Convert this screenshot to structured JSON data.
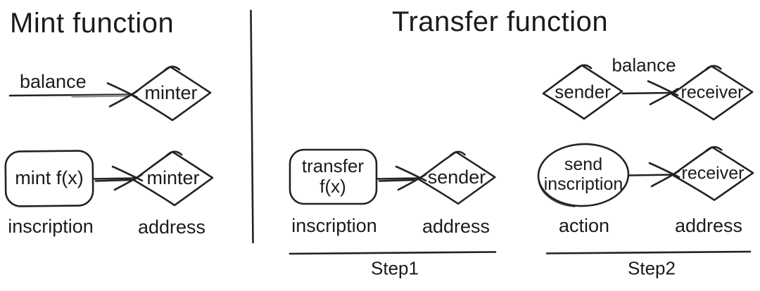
{
  "colors": {
    "ink": "#1b1b1b",
    "background": "#ffffff"
  },
  "mint": {
    "title": "Mint function",
    "flow1": {
      "label": "balance",
      "target": "minter"
    },
    "flow2": {
      "source": "mint f(x)",
      "target": "minter",
      "source_caption": "inscription",
      "target_caption": "address"
    }
  },
  "transfer": {
    "title": "Transfer function",
    "step1": {
      "source_line1": "transfer",
      "source_line2": "f(x)",
      "target": "sender",
      "source_caption": "inscription",
      "target_caption": "address",
      "step_label": "Step1"
    },
    "step2": {
      "flow_label": "balance",
      "source_top": "sender",
      "target_top": "receiver",
      "source_bottom_line1": "send",
      "source_bottom_line2": "inscription",
      "target_bottom": "receiver",
      "source_caption": "action",
      "target_caption": "address",
      "step_label": "Step2"
    }
  }
}
